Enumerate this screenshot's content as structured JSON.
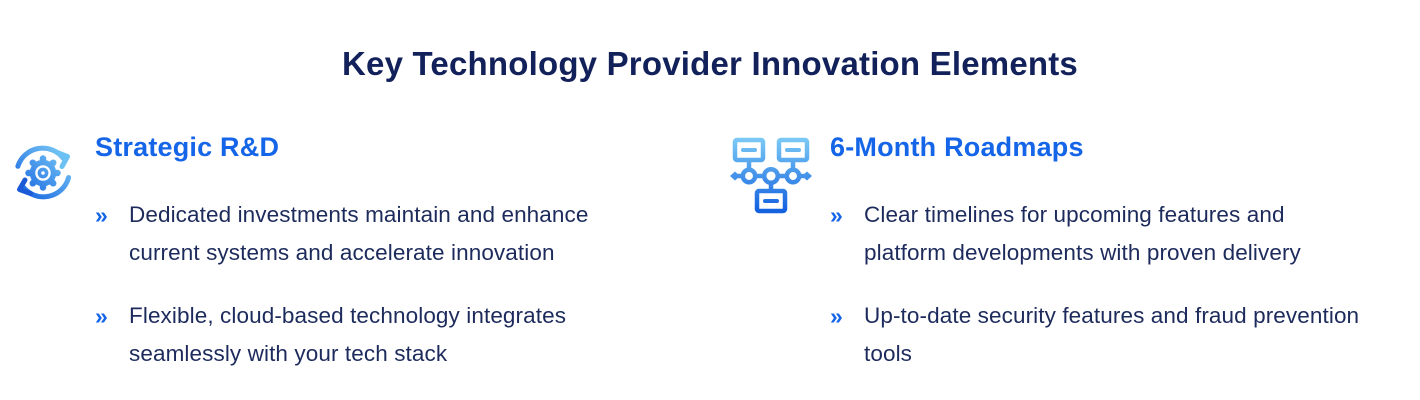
{
  "page": {
    "title": "Key Technology Provider Innovation Elements"
  },
  "colors": {
    "title_navy": "#13215b",
    "body_navy": "#1d2b5c",
    "accent_blue": "#1565e8",
    "icon_gradient_light": "#7ecdf6",
    "icon_gradient_dark": "#1462e0",
    "background": "#ffffff"
  },
  "bullet_marker": "»",
  "columns": [
    {
      "icon": "gear-cycle-icon",
      "heading": "Strategic R&D",
      "bullets": [
        "Dedicated investments maintain and enhance current systems and accelerate innovation",
        "Flexible, cloud-based technology integrates seamlessly with your tech stack"
      ]
    },
    {
      "icon": "roadmap-sitemap-icon",
      "heading": "6-Month Roadmaps",
      "bullets": [
        "Clear timelines for upcoming features and platform developments with proven delivery",
        "Up-to-date security features and fraud prevention tools"
      ]
    }
  ]
}
